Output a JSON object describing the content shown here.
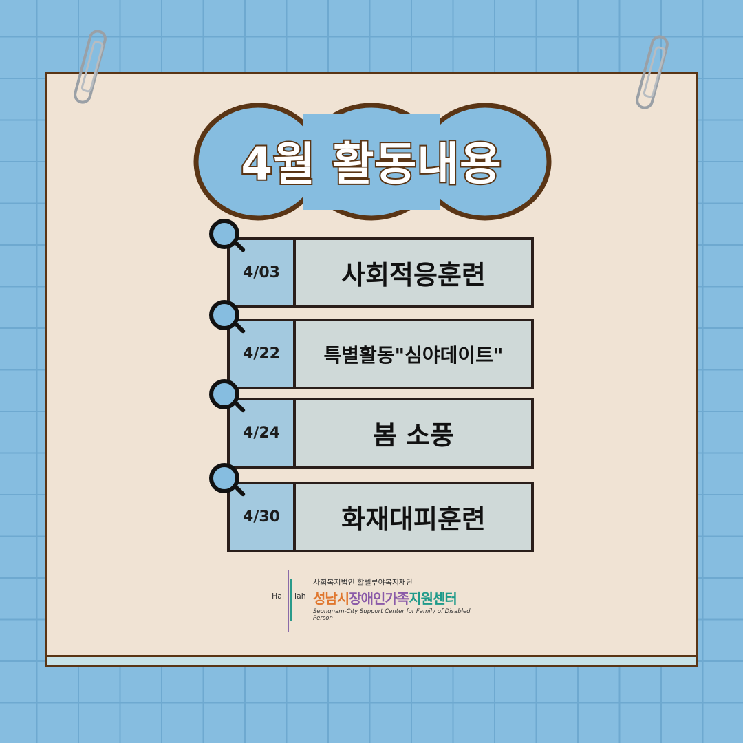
{
  "title": "4월 활동내용",
  "activities": [
    {
      "date": "4/03",
      "label": "사회적응훈련"
    },
    {
      "date": "4/22",
      "label": "특별활동\"심야데이트\""
    },
    {
      "date": "4/24",
      "label": "봄 소풍"
    },
    {
      "date": "4/30",
      "label": "화재대피훈련"
    }
  ],
  "logo": {
    "foundation": "사회복지법인 할렐루야복지재단",
    "name_part1": "성남시",
    "name_part2": "장애인가족",
    "name_part3": "지원센터",
    "english": "Seongnam-City Support Center for Family of Disabled Person",
    "mark_left": "Hal",
    "mark_right": "lah",
    "colors": {
      "orange": "#e0772e",
      "purple": "#8a5aa8",
      "teal": "#1f9a8a"
    }
  }
}
